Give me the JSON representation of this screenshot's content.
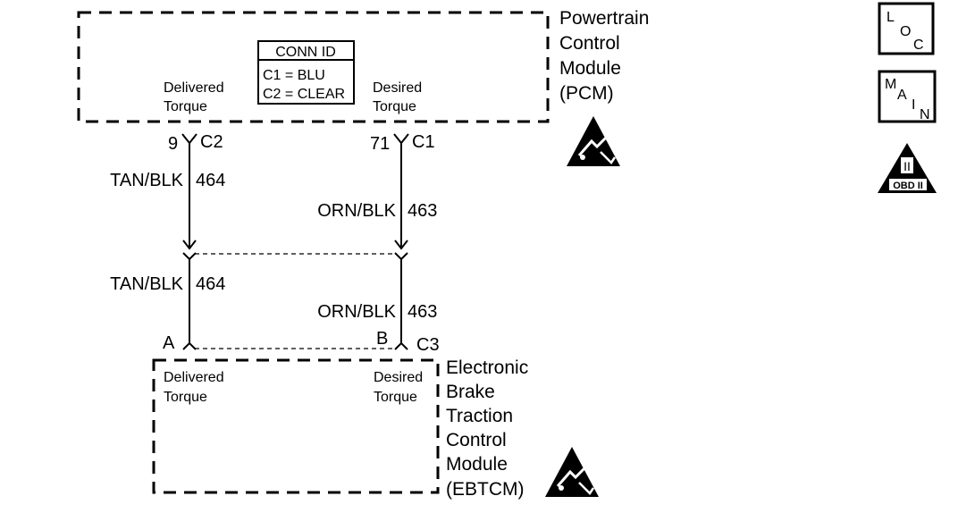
{
  "pcm": {
    "name_lines": [
      "Powertrain",
      "Control",
      "Module",
      "(PCM)"
    ],
    "delivered_torque": [
      "Delivered",
      "Torque"
    ],
    "desired_torque": [
      "Desired",
      "Torque"
    ],
    "conn_id": {
      "title": "CONN ID",
      "lines": [
        "C1 = BLU",
        "C2 = CLEAR"
      ]
    }
  },
  "ebtcm": {
    "name_lines": [
      "Electronic",
      "Brake",
      "Traction",
      "Control",
      "Module",
      "(EBTCM)"
    ],
    "delivered_torque": [
      "Delivered",
      "Torque"
    ],
    "desired_torque": [
      "Desired",
      "Torque"
    ]
  },
  "circuit_464": {
    "pin": "9",
    "connector": "C2",
    "upper_label": "TAN/BLK",
    "upper_number": "464",
    "lower_label": "TAN/BLK",
    "lower_number": "464",
    "terminal": "A"
  },
  "circuit_463": {
    "pin": "71",
    "connector": "C1",
    "upper_label": "ORN/BLK",
    "upper_number": "463",
    "lower_label": "ORN/BLK",
    "lower_number": "463",
    "terminal": "B"
  },
  "ebtcm_connector": "C3",
  "symbols": {
    "loc": [
      "L",
      "O",
      "C"
    ],
    "main": [
      "M",
      "A",
      "I",
      "N"
    ],
    "obd": {
      "numeral": "II",
      "caption": "OBD II"
    },
    "esd_icon": "esd-sensitive-icon"
  }
}
